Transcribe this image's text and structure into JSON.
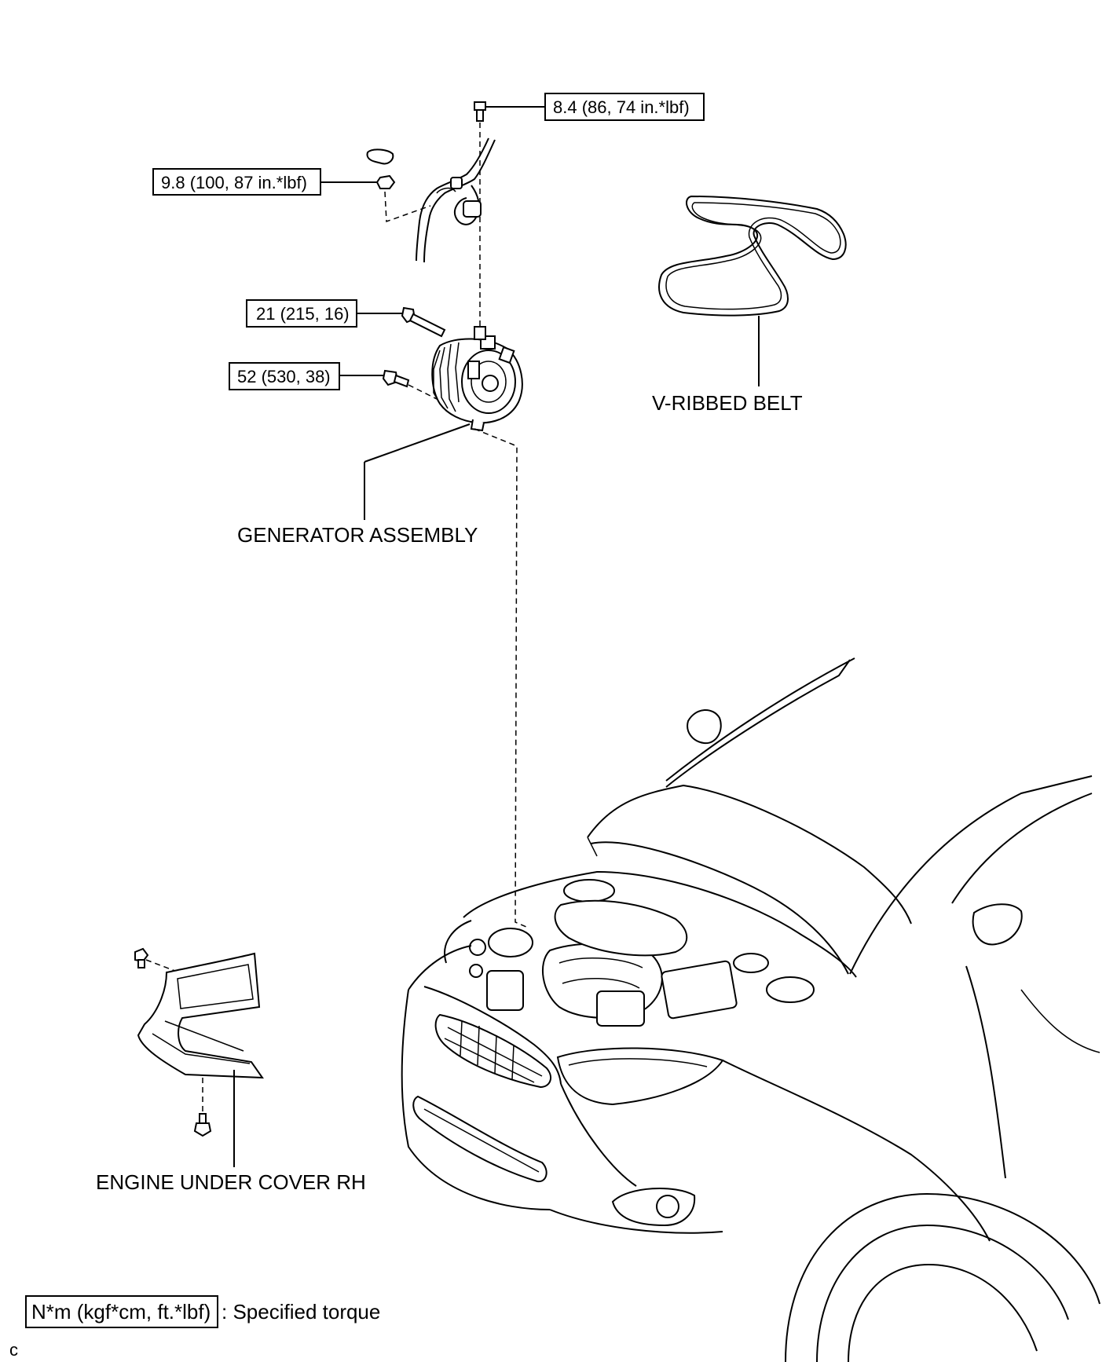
{
  "torque_labels": {
    "top_bolt": "8.4 (86, 74 in.*lbf)",
    "terminal_nut": "9.8 (100, 87 in.*lbf)",
    "upper_bolt": "21 (215, 16)",
    "lower_bolt": "52 (530, 38)"
  },
  "part_labels": {
    "v_ribbed_belt": "V-RIBBED BELT",
    "generator_assembly": "GENERATOR ASSEMBLY",
    "engine_under_cover": "ENGINE UNDER COVER RH"
  },
  "legend": {
    "unit_box": "N*m (kgf*cm, ft.*lbf)",
    "description": ": Specified torque"
  },
  "corner_mark": "c"
}
